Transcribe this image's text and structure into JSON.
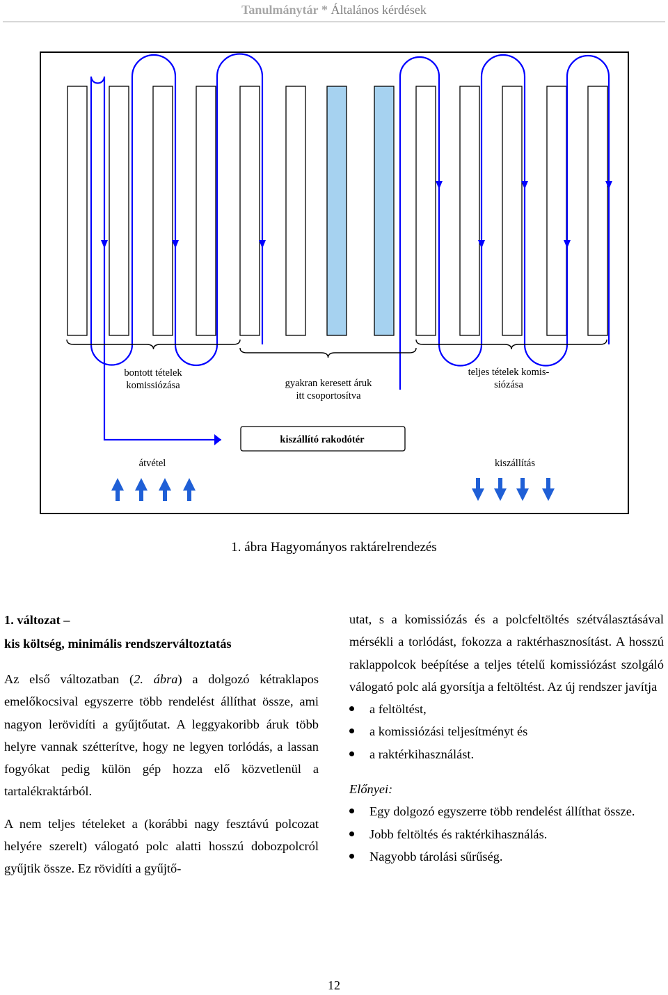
{
  "header": {
    "brand": "Tanulmánytár",
    "separator": "*",
    "section": "Általános kérdések"
  },
  "diagram": {
    "labels": {
      "bontott_1": "bontott tételek",
      "bontott_2": "komissiózása",
      "gyakran_1": "gyakran keresett áruk",
      "gyakran_2": "itt csoportosítva",
      "teljes_1": "teljes tételek komis-",
      "teljes_2": "siózása",
      "dock": "kiszállító rakodótér",
      "atvetel": "átvétel",
      "kiszallitas": "kiszállítás"
    },
    "highlight_color": "#a6d2f0",
    "route_color": "#0000ff",
    "incoming_arrow_color": "#1f5fd6",
    "outgoing_arrow_color": "#1f5fd6"
  },
  "figure_caption": "1. ábra Hagyományos raktárelrendezés",
  "left": {
    "section_title_1": "1. változat –",
    "section_title_2": "kis költség, minimális rendszerváltoztatás",
    "p1_a": "Az első változatban (",
    "p1_ref": "2. ábra",
    "p1_b": ") a dolgozó kétraklapos emelőkocsival egyszerre több rendelést állíthat össze, ami nagyon lerövidíti a gyűjtőutat. A leggyakoribb áruk több helyre vannak szétterítve, hogy ne legyen torlódás, a lassan fogyókat pedig külön gép hozza elő közvetlenül a tartalékraktárból.",
    "p2": "A nem teljes tételeket a (korábbi nagy fesztávú polcozat helyére szerelt) válogató polc alatti hosszú dobozpolcról gyűjtik össze. Ez rövidíti a gyűjtő-"
  },
  "right": {
    "p1": "utat, s a komissiózás és a polcfeltöltés szétválasztásával mérsékli a torlódást, fokozza a raktérhasznosítást. A hosszú raklappolcok beépítése a teljes tételű komissiózást szolgáló válogató polc alá gyorsítja a feltöltést. Az új rendszer javítja",
    "improvements": [
      "a feltöltést,",
      "a komissiózási teljesítményt és",
      "a raktérkihasználást."
    ],
    "advantages_title": "Előnyei:",
    "advantages": [
      "Egy dolgozó egyszerre több rendelést állíthat össze.",
      "Jobb feltöltés és raktérkihasználás.",
      "Nagyobb tárolási sűrűség."
    ]
  },
  "page_number": "12"
}
